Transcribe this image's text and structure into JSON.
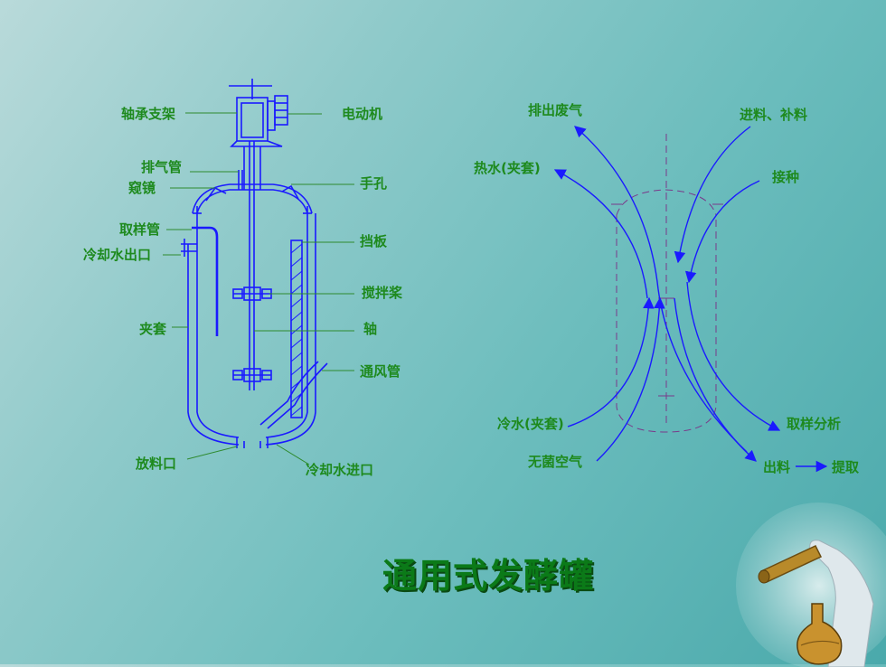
{
  "title": "通用式发酵罐",
  "colors": {
    "diagram_line": "#1a1aff",
    "label_text": "#1e8a1e",
    "leader_line": "#2e8a2e",
    "title_text": "#0b7a18",
    "dash_line": "#7a3a8a"
  },
  "left_diagram": {
    "labels": {
      "bearing_bracket": "轴承支架",
      "motor": "电动机",
      "exhaust_pipe": "排气管",
      "sight_glass": "窥镜",
      "hand_hole": "手孔",
      "sampling_pipe": "取样管",
      "baffle": "挡板",
      "cooling_water_outlet": "冷却水出口",
      "impeller": "搅拌桨",
      "jacket": "夹套",
      "shaft": "轴",
      "air_pipe": "通风管",
      "discharge_port": "放料口",
      "cooling_water_inlet": "冷却水进口"
    }
  },
  "right_diagram": {
    "labels": {
      "exhaust_gas": "排出废气",
      "feed_supplement": "进料、补料",
      "hot_water_jacket": "热水(夹套)",
      "inoculation": "接种",
      "cold_water_jacket": "冷水(夹套)",
      "sampling_analysis": "取样分析",
      "sterile_air": "无菌空气",
      "output": "出料",
      "extraction": "提取"
    }
  },
  "decoration": {
    "corner_image_icon": "lab-flask-icon"
  }
}
